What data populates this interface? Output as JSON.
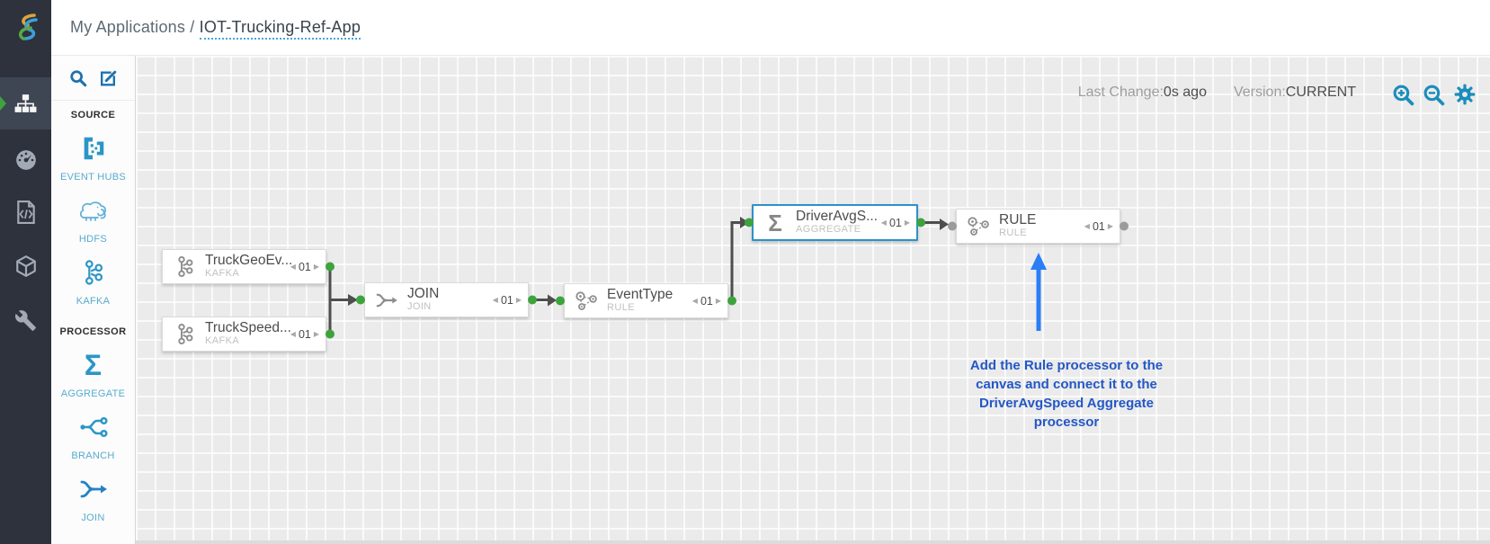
{
  "header": {
    "breadcrumb_root": "My Applications",
    "breadcrumb_separator": "/",
    "breadcrumb_current": "IOT-Trucking-Ref-App"
  },
  "sidebar": {
    "items": [
      {
        "icon": "topology-icon",
        "active": true
      },
      {
        "icon": "dashboard-gauge-icon",
        "active": false
      },
      {
        "icon": "custom-code-icon",
        "active": false
      },
      {
        "icon": "model-cube-icon",
        "active": false
      },
      {
        "icon": "wrench-icon",
        "active": false
      }
    ]
  },
  "palette": {
    "tools": [
      {
        "icon": "search-icon"
      },
      {
        "icon": "edit-icon"
      }
    ],
    "sections": [
      {
        "label": "SOURCE",
        "items": [
          {
            "label": "EVENT HUBS",
            "icon": "event-hubs-icon"
          },
          {
            "label": "HDFS",
            "icon": "hdfs-elephant-icon"
          },
          {
            "label": "KAFKA",
            "icon": "kafka-icon"
          }
        ]
      },
      {
        "label": "PROCESSOR",
        "items": [
          {
            "label": "AGGREGATE",
            "icon": "aggregate-sigma-icon",
            "glyph": "Σ"
          },
          {
            "label": "BRANCH",
            "icon": "branch-icon"
          },
          {
            "label": "JOIN",
            "icon": "join-icon"
          }
        ]
      }
    ]
  },
  "statusbar": {
    "last_change_label": "Last Change:",
    "last_change_value": "0s ago",
    "version_label": "Version:",
    "version_value": "CURRENT",
    "tools": [
      {
        "icon": "zoom-in-icon"
      },
      {
        "icon": "zoom-out-icon"
      },
      {
        "icon": "settings-gear-icon"
      }
    ]
  },
  "canvas": {
    "nodes": [
      {
        "title": "TruckGeoEv...",
        "subtitle": "KAFKA",
        "icon": "kafka-icon",
        "pagination": "01",
        "selected": false
      },
      {
        "title": "TruckSpeed...",
        "subtitle": "KAFKA",
        "icon": "kafka-icon",
        "pagination": "01",
        "selected": false
      },
      {
        "title": "JOIN",
        "subtitle": "JOIN",
        "icon": "join-icon",
        "pagination": "01",
        "selected": false
      },
      {
        "title": "EventType",
        "subtitle": "RULE",
        "icon": "rule-icon",
        "pagination": "01",
        "selected": false
      },
      {
        "title": "DriverAvgS...",
        "subtitle": "AGGREGATE",
        "icon": "aggregate-sigma-icon",
        "glyph": "Σ",
        "pagination": "01",
        "selected": true
      },
      {
        "title": "RULE",
        "subtitle": "RULE",
        "icon": "rule-icon",
        "pagination": "01",
        "selected": false
      }
    ],
    "annotation": {
      "line1": "Add the Rule processor to the",
      "line2": "canvas and connect it to the",
      "line3": "DriverAvgSpeed Aggregate",
      "line4": "processor"
    }
  },
  "colors": {
    "rail_bg": "#2d323d",
    "rail_active_bg": "#3e4553",
    "rail_active_marker": "#3fa23f",
    "palette_icon_blue": "#2b96c6",
    "palette_label_blue": "#58abce",
    "tool_icon_blue": "#1d72ad",
    "canvas_tool_blue": "#1b8dbb",
    "selection_border": "#2b91ca",
    "connector_gray": "#4e4e4e",
    "port_green": "#3da33c",
    "port_gray": "#9b9b9b",
    "annotation_text": "#2457c5",
    "annotation_arrow": "#2c7ef5",
    "canvas_bg": "#ebebeb"
  }
}
